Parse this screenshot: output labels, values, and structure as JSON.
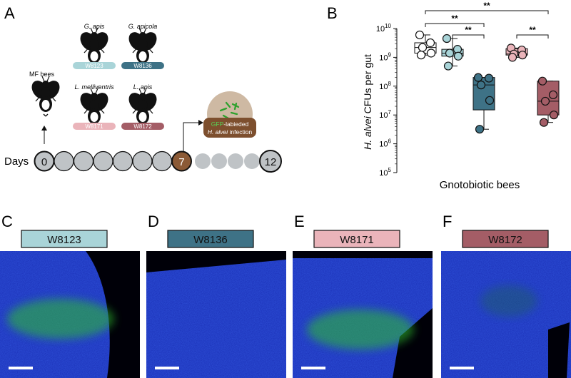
{
  "panel_letters": {
    "A": "A",
    "B": "B",
    "C": "C",
    "D": "D",
    "E": "E",
    "F": "F"
  },
  "panelA": {
    "mf_label": "MF bees",
    "days_label": "Days",
    "day_start": "0",
    "day_infection": "7",
    "day_end": "12",
    "infection_line1_prefix": "GFP",
    "infection_line1_suffix": "-labieded",
    "infection_line2_species": "H. alvei",
    "infection_line2_suffix": " infection",
    "bees": [
      {
        "species": "G. apis",
        "strain": "W8123",
        "color": "#a9d4d8"
      },
      {
        "species": "G. apicola",
        "strain": "W8136",
        "color": "#3e7286"
      },
      {
        "species": "L. melliventris",
        "strain": "W8171",
        "color": "#eab4ba"
      },
      {
        "species": "L. apis",
        "strain": "W8172",
        "color": "#a45d66"
      }
    ]
  },
  "chart_data": {
    "type": "box",
    "ylabel_species": "H. alvei",
    "ylabel_rest": " CFUs per gut",
    "xlabel": "Gnotobiotic bees",
    "yscale": "log",
    "ylim": [
      100000,
      10000000000
    ],
    "yticks": [
      {
        "base": "10",
        "exp": "5",
        "value": 100000
      },
      {
        "base": "10",
        "exp": "6",
        "value": 1000000
      },
      {
        "base": "10",
        "exp": "7",
        "value": 10000000
      },
      {
        "base": "10",
        "exp": "8",
        "value": 100000000
      },
      {
        "base": "10",
        "exp": "9",
        "value": 1000000000
      },
      {
        "base": "10",
        "exp": "10",
        "value": 10000000000
      }
    ],
    "groups": [
      {
        "name": "MF",
        "color": "#ffffff",
        "points": [
          6000000000.0,
          3200000000.0,
          2200000000.0,
          1400000000.0,
          1200000000.0
        ],
        "box": [
          1200000000.0,
          1400000000.0,
          2200000000.0,
          3200000000.0,
          6000000000.0
        ]
      },
      {
        "name": "W8123",
        "color": "#a9d4d8",
        "points": [
          4500000000.0,
          1900000000.0,
          1400000000.0,
          1100000000.0,
          500000000.0
        ],
        "box": [
          500000000.0,
          1100000000.0,
          1400000000.0,
          1900000000.0,
          4500000000.0
        ]
      },
      {
        "name": "W8136",
        "color": "#3e7286",
        "points": [
          200000000.0,
          190000000.0,
          110000000.0,
          32000000.0,
          3200000.0
        ],
        "box": [
          3200000.0,
          15000000.0,
          110000000.0,
          200000000.0,
          200000000.0
        ]
      },
      {
        "name": "W8171",
        "color": "#eab4ba",
        "points": [
          2100000000.0,
          1800000000.0,
          1300000000.0,
          1200000000.0,
          1000000000.0
        ],
        "box": [
          1000000000.0,
          1200000000.0,
          1300000000.0,
          2000000000.0,
          2100000000.0
        ]
      },
      {
        "name": "W8172",
        "color": "#a45d66",
        "points": [
          150000000.0,
          50000000.0,
          30000000.0,
          10000000.0,
          5500000.0
        ],
        "box": [
          5500000.0,
          10000000.0,
          30000000.0,
          150000000.0,
          150000000.0
        ]
      }
    ],
    "significance": [
      {
        "from": 0,
        "to": 2,
        "label": "**"
      },
      {
        "from": 0,
        "to": 4,
        "label": "**"
      },
      {
        "from": 1,
        "to": 2,
        "label": "**"
      },
      {
        "from": 3,
        "to": 4,
        "label": "**"
      }
    ]
  },
  "micrographs": [
    {
      "letter": "C",
      "strain": "W8123",
      "border": "#a9d4d8",
      "fill": "#a9d4d8",
      "green": "high"
    },
    {
      "letter": "D",
      "strain": "W8136",
      "border": "#3e7286",
      "fill": "#3e7286",
      "green": "none"
    },
    {
      "letter": "E",
      "strain": "W8171",
      "border": "#eab4ba",
      "fill": "#eab4ba",
      "green": "high"
    },
    {
      "letter": "F",
      "strain": "W8172",
      "border": "#a45d66",
      "fill": "#a45d66",
      "green": "low"
    }
  ]
}
